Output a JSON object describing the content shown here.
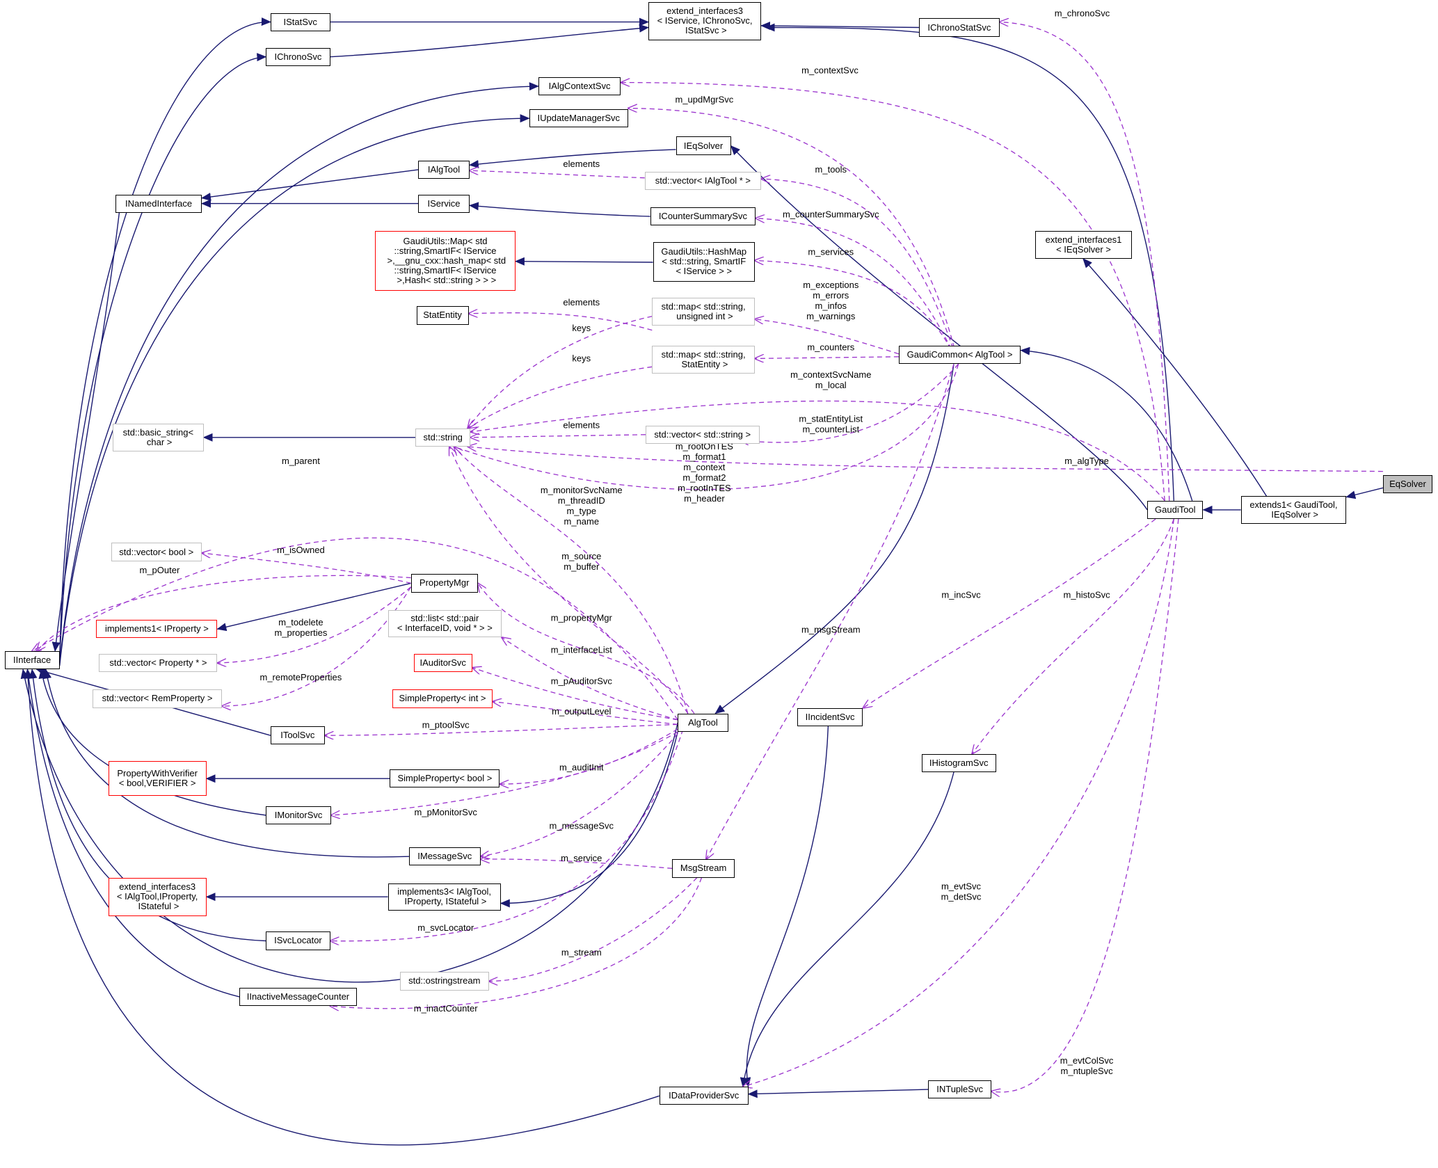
{
  "colors": {
    "inheritance": "#191970",
    "usage": "#9a32cd",
    "normal_border": "#000000",
    "gray_border": "#bfbfbf",
    "red_border": "#ff0000",
    "focus_fill": "#bfbfbf"
  },
  "nodes": [
    {
      "id": "IStatSvc",
      "label": "IStatSvc",
      "style": "normal"
    },
    {
      "id": "IChronoSvc",
      "label": "IChronoSvc",
      "style": "normal"
    },
    {
      "id": "ext3Chrono",
      "label": "extend_interfaces3\n< IService, IChronoSvc,\n IStatSvc >",
      "style": "normal"
    },
    {
      "id": "IChronoStatSvc",
      "label": "IChronoStatSvc",
      "style": "normal"
    },
    {
      "id": "IAlgContextSvc",
      "label": "IAlgContextSvc",
      "style": "normal"
    },
    {
      "id": "IUpdateManagerSvc",
      "label": "IUpdateManagerSvc",
      "style": "normal"
    },
    {
      "id": "IEqSolver",
      "label": "IEqSolver",
      "style": "normal"
    },
    {
      "id": "IAlgTool",
      "label": "IAlgTool",
      "style": "normal"
    },
    {
      "id": "vecIAlgTool",
      "label": "std::vector< IAlgTool * >",
      "style": "gray"
    },
    {
      "id": "INamedInterface",
      "label": "INamedInterface",
      "style": "normal"
    },
    {
      "id": "IService",
      "label": "IService",
      "style": "normal"
    },
    {
      "id": "ICounterSummarySvc",
      "label": "ICounterSummarySvc",
      "style": "normal"
    },
    {
      "id": "ext1EqSolver",
      "label": "extend_interfaces1\n< IEqSolver >",
      "style": "normal"
    },
    {
      "id": "GUMap",
      "label": "GaudiUtils::Map< std\n::string,SmartIF< IService\n >,__gnu_cxx::hash_map< std\n::string,SmartIF< IService\n >,Hash< std::string > > >",
      "style": "red"
    },
    {
      "id": "GUHashMap",
      "label": "GaudiUtils::HashMap\n< std::string, SmartIF\n< IService > >",
      "style": "normal"
    },
    {
      "id": "StatEntity",
      "label": "StatEntity",
      "style": "normal"
    },
    {
      "id": "mapUInt",
      "label": "std::map< std::string,\n unsigned int >",
      "style": "gray"
    },
    {
      "id": "mapStat",
      "label": "std::map< std::string,\n StatEntity >",
      "style": "gray"
    },
    {
      "id": "GaudiCommon",
      "label": "GaudiCommon< AlgTool >",
      "style": "normal"
    },
    {
      "id": "basicString",
      "label": "std::basic_string<\n char >",
      "style": "gray"
    },
    {
      "id": "stdString",
      "label": "std::string",
      "style": "gray"
    },
    {
      "id": "vecString",
      "label": "std::vector< std::string >",
      "style": "gray"
    },
    {
      "id": "EqSolver",
      "label": "EqSolver",
      "style": "focus"
    },
    {
      "id": "GaudiTool",
      "label": "GaudiTool",
      "style": "normal"
    },
    {
      "id": "extends1",
      "label": "extends1< GaudiTool,\n IEqSolver >",
      "style": "normal"
    },
    {
      "id": "vecBool",
      "label": "std::vector< bool >",
      "style": "gray"
    },
    {
      "id": "PropertyMgr",
      "label": "PropertyMgr",
      "style": "normal"
    },
    {
      "id": "impl1Prop",
      "label": "implements1< IProperty >",
      "style": "red"
    },
    {
      "id": "listPair",
      "label": "std::list< std::pair\n< InterfaceID, void * > >",
      "style": "gray"
    },
    {
      "id": "IInterface",
      "label": "IInterface",
      "style": "normal"
    },
    {
      "id": "vecProp",
      "label": "std::vector< Property * >",
      "style": "gray"
    },
    {
      "id": "IAuditorSvc",
      "label": "IAuditorSvc",
      "style": "red"
    },
    {
      "id": "vecRemProp",
      "label": "std::vector< RemProperty >",
      "style": "gray"
    },
    {
      "id": "SimplePropInt",
      "label": "SimpleProperty< int >",
      "style": "red"
    },
    {
      "id": "AlgTool",
      "label": "AlgTool",
      "style": "normal"
    },
    {
      "id": "IIncidentSvc",
      "label": "IIncidentSvc",
      "style": "normal"
    },
    {
      "id": "IToolSvc",
      "label": "IToolSvc",
      "style": "normal"
    },
    {
      "id": "IHistogramSvc",
      "label": "IHistogramSvc",
      "style": "normal"
    },
    {
      "id": "PWVerifier",
      "label": "PropertyWithVerifier\n< bool,VERIFIER >",
      "style": "red"
    },
    {
      "id": "SimplePropBool",
      "label": "SimpleProperty< bool >",
      "style": "normal"
    },
    {
      "id": "IMonitorSvc",
      "label": "IMonitorSvc",
      "style": "normal"
    },
    {
      "id": "IMessageSvc",
      "label": "IMessageSvc",
      "style": "normal"
    },
    {
      "id": "MsgStream",
      "label": "MsgStream",
      "style": "normal"
    },
    {
      "id": "ext3Alg",
      "label": "extend_interfaces3\n< IAlgTool,IProperty,\n IStateful >",
      "style": "red"
    },
    {
      "id": "impl3",
      "label": "implements3< IAlgTool,\n IProperty, IStateful >",
      "style": "normal"
    },
    {
      "id": "ISvcLocator",
      "label": "ISvcLocator",
      "style": "normal"
    },
    {
      "id": "ostringstream",
      "label": "std::ostringstream",
      "style": "gray"
    },
    {
      "id": "IInactiveMsgCounter",
      "label": "IInactiveMessageCounter",
      "style": "normal"
    },
    {
      "id": "IDataProviderSvc",
      "label": "IDataProviderSvc",
      "style": "normal"
    },
    {
      "id": "INTupleSvc",
      "label": "INTupleSvc",
      "style": "normal"
    }
  ],
  "edge_labels": [
    "m_chronoSvc",
    "m_contextSvc",
    "m_updMgrSvc",
    "elements",
    "m_tools",
    "m_counterSummarySvc",
    "m_services",
    "elements",
    "keys",
    "m_exceptions\nm_errors\nm_infos\nm_warnings",
    "keys",
    "m_counters",
    "m_contextSvcName\nm_local",
    "elements",
    "m_statEntityList\nm_counterList",
    "m_rootOnTES\nm_format1\nm_context\nm_format2\nm_rootInTES\nm_header",
    "m_algType",
    "m_parent",
    "m_monitorSvcName\nm_threadID\nm_type\nm_name",
    "m_isOwned",
    "m_source\nm_buffer",
    "m_pOuter",
    "m_todelete\nm_properties",
    "m_propertyMgr",
    "m_incSvc",
    "m_histoSvc",
    "m_msgStream",
    "m_interfaceList",
    "m_remoteProperties",
    "m_pAuditorSvc",
    "m_outputLevel",
    "m_ptoolSvc",
    "m_auditInit",
    "m_pMonitorSvc",
    "m_messageSvc",
    "m_service",
    "m_evtSvc\nm_detSvc",
    "m_svcLocator",
    "m_stream",
    "m_inactCounter",
    "m_evtColSvc\nm_ntupleSvc"
  ]
}
